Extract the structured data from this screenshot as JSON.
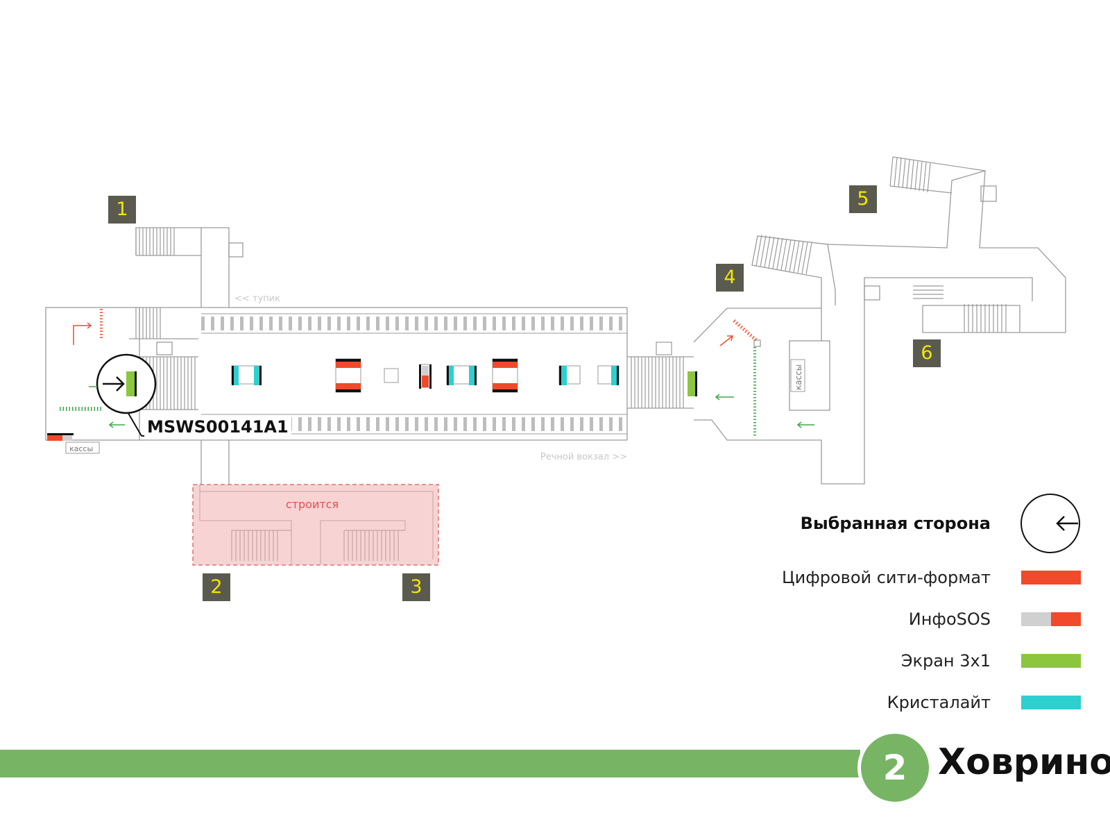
{
  "station": {
    "line_number": "2",
    "name": "Ховрино",
    "line_color": "#77b564"
  },
  "exits": [
    "1",
    "2",
    "3",
    "4",
    "5",
    "6"
  ],
  "plan_labels": {
    "dead_end": "<< тупик",
    "direction": "Речной вокзал >>",
    "ticket_office_left": "кассы",
    "ticket_office_right": "кассы",
    "under_construction": "строится"
  },
  "selected": {
    "code": "MSWS00141A1",
    "direction_arrow": "right-arrow-icon"
  },
  "legend": {
    "title": "Выбранная сторона",
    "items": [
      {
        "label": "Цифровой сити-формат",
        "colors": [
          "#f04a2a"
        ]
      },
      {
        "label": "ИнфоSOS",
        "colors": [
          "#d0d0d0",
          "#f04a2a"
        ]
      },
      {
        "label": "Экран 3х1",
        "colors": [
          "#8cc63f"
        ]
      },
      {
        "label": "Кристалайт",
        "colors": [
          "#2ecfcf"
        ]
      }
    ]
  },
  "colors": {
    "red": "#f04a2a",
    "cyan": "#2ecfcf",
    "green": "#8cc63f",
    "badge_bg": "#5a5a4f",
    "badge_fg": "#f5e600",
    "construction": "#f7d3d3"
  }
}
